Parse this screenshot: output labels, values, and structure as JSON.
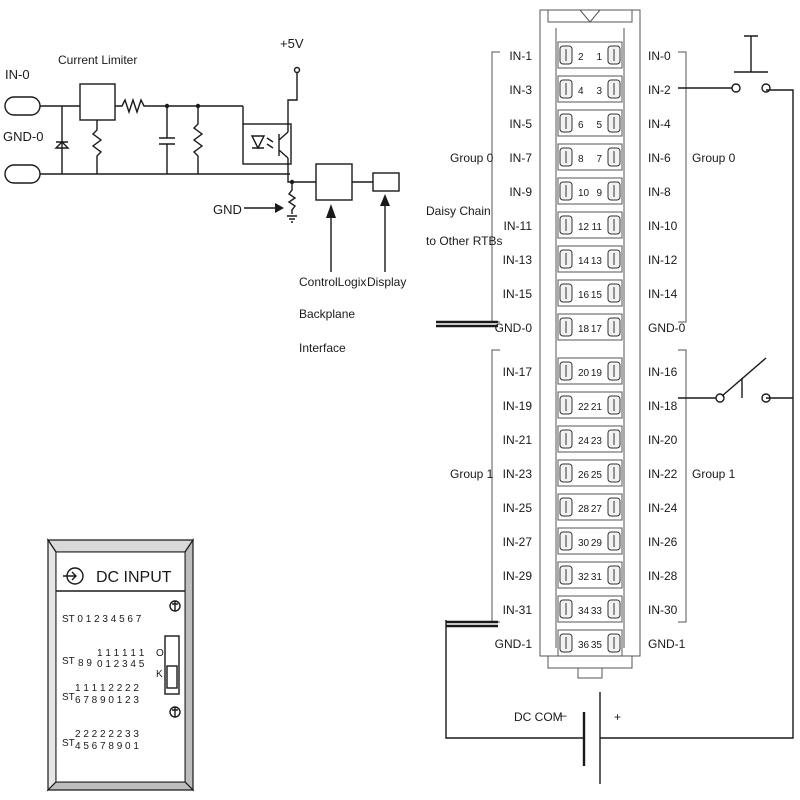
{
  "circuit": {
    "in0": "IN-0",
    "gnd0": "GND-0",
    "current_limiter": "Current Limiter",
    "plus5v": "+5V",
    "gnd": "GND",
    "backplane": [
      "ControlLogix",
      "Backplane",
      "Interface"
    ],
    "display": "Display"
  },
  "module_panel": {
    "title": "DC INPUT",
    "row1": "ST 0 1 2 3 4 5 6 7",
    "row2_prefix": "ST",
    "row2_low": "8 9",
    "row2_top": "1 1 1 1 1 1",
    "row2_bot": "0 1 2 3 4 5",
    "row3_prefix": "ST",
    "row3_top": "1 1 1 1 2 2 2 2",
    "row3_bot": "6 7 8 9 0 1 2 3",
    "row4_prefix": "ST",
    "row4_top": "2 2 2 2 2 2 3 3",
    "row4_bot": "4 5 6 7 8 9 0 1",
    "ok_o": "O",
    "ok_k": "K"
  },
  "rtb": {
    "left_labels": [
      "IN-1",
      "IN-3",
      "IN-5",
      "IN-7",
      "IN-9",
      "IN-11",
      "IN-13",
      "IN-15",
      "GND-0",
      "IN-17",
      "IN-19",
      "IN-21",
      "IN-23",
      "IN-25",
      "IN-27",
      "IN-29",
      "IN-31",
      "GND-1"
    ],
    "right_labels": [
      "IN-0",
      "IN-2",
      "IN-4",
      "IN-6",
      "IN-8",
      "IN-10",
      "IN-12",
      "IN-14",
      "GND-0",
      "IN-16",
      "IN-18",
      "IN-20",
      "IN-22",
      "IN-24",
      "IN-26",
      "IN-28",
      "IN-30",
      "GND-1"
    ],
    "left_numbers": [
      "2",
      "4",
      "6",
      "8",
      "10",
      "12",
      "14",
      "16",
      "18",
      "20",
      "22",
      "24",
      "26",
      "28",
      "30",
      "32",
      "34",
      "36"
    ],
    "right_numbers": [
      "1",
      "3",
      "5",
      "7",
      "9",
      "11",
      "13",
      "15",
      "17",
      "19",
      "21",
      "23",
      "25",
      "27",
      "29",
      "31",
      "33",
      "35"
    ],
    "group0_left": "Group 0",
    "group0_right": "Group 0",
    "group1_left": "Group 1",
    "group1_right": "Group 1",
    "daisy_chain": [
      "Daisy Chain",
      "to Other RTBs"
    ],
    "dc_com": "DC COM",
    "minus": "–",
    "plus": "+"
  }
}
